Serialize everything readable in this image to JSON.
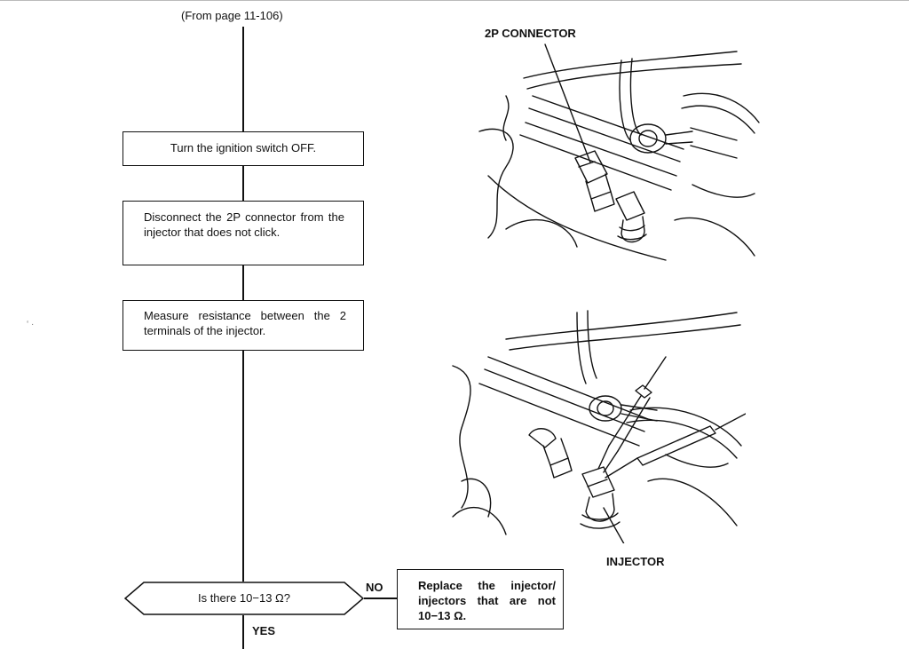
{
  "flow": {
    "from_page": "(From page 11-106)",
    "step1": "Turn the ignition switch OFF.",
    "step2": "Disconnect the 2P connector from the injector that does not click.",
    "step3": "Measure resistance between the 2 terminals of the injector.",
    "decision": "Is there 10−13 Ω?",
    "no_label": "NO",
    "yes_label": "YES",
    "no_action": "Replace the injector/ injectors that are not 10−13 Ω."
  },
  "illustrations": {
    "top_label": "2P CONNECTOR",
    "bottom_label": "INJECTOR"
  }
}
